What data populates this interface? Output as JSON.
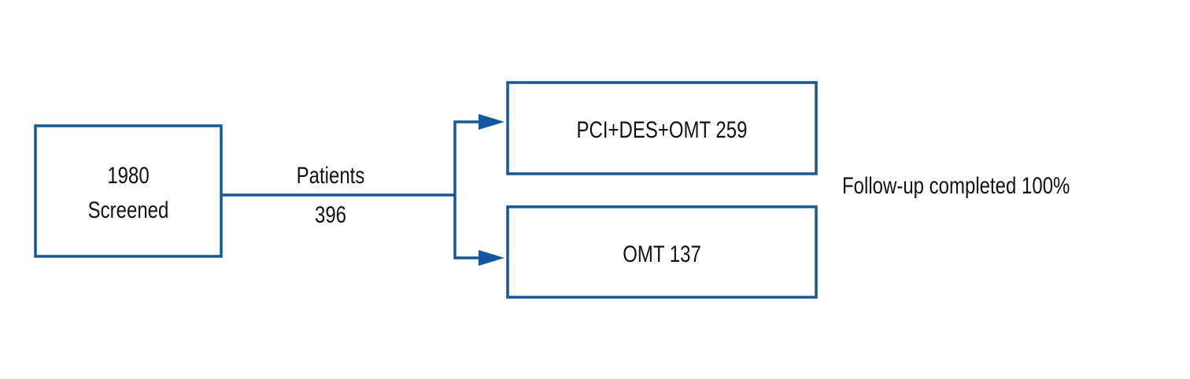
{
  "colors": {
    "accent": "#1158a0",
    "text": "#111111"
  },
  "screened": {
    "count": "1980",
    "label": "Screened"
  },
  "patients": {
    "label": "Patients",
    "count": "396"
  },
  "arms": [
    {
      "label": "PCI+DES+OMT 259"
    },
    {
      "label": "OMT 137"
    }
  ],
  "followup": {
    "label": "Follow-up completed 100%"
  }
}
